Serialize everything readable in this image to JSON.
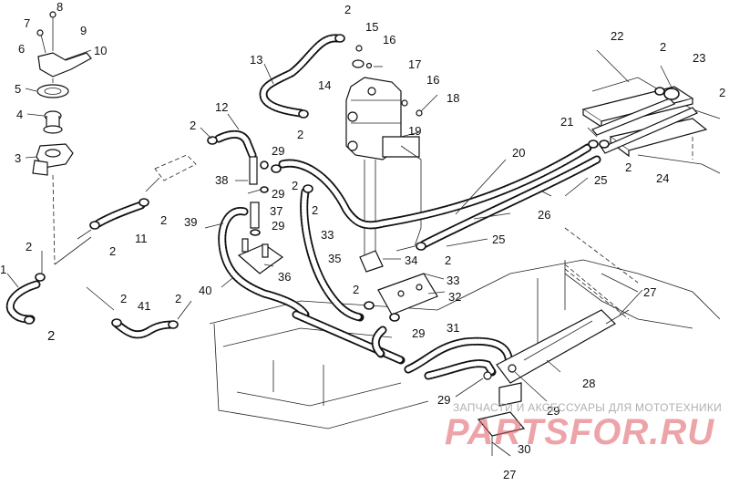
{
  "callouts": [
    {
      "id": "c-7",
      "text": "7"
    },
    {
      "id": "c-8",
      "text": "8"
    },
    {
      "id": "c-9",
      "text": "9"
    },
    {
      "id": "c-6",
      "text": "6"
    },
    {
      "id": "c-10",
      "text": "10"
    },
    {
      "id": "c-5",
      "text": "5"
    },
    {
      "id": "c-4",
      "text": "4"
    },
    {
      "id": "c-3",
      "text": "3"
    },
    {
      "id": "c-2a",
      "text": "2"
    },
    {
      "id": "c-1",
      "text": "1"
    },
    {
      "id": "c-2b",
      "text": "2"
    },
    {
      "id": "c-2c",
      "text": "2"
    },
    {
      "id": "c-15",
      "text": "15"
    },
    {
      "id": "c-16a",
      "text": "16"
    },
    {
      "id": "c-13",
      "text": "13"
    },
    {
      "id": "c-17",
      "text": "17"
    },
    {
      "id": "c-14",
      "text": "14"
    },
    {
      "id": "c-16b",
      "text": "16"
    },
    {
      "id": "c-18",
      "text": "18"
    },
    {
      "id": "c-2d",
      "text": "2"
    },
    {
      "id": "c-12",
      "text": "12"
    },
    {
      "id": "c-2e",
      "text": "2"
    },
    {
      "id": "c-19",
      "text": "19"
    },
    {
      "id": "c-29a",
      "text": "29"
    },
    {
      "id": "c-38",
      "text": "38"
    },
    {
      "id": "c-2f",
      "text": "2"
    },
    {
      "id": "c-29b",
      "text": "29"
    },
    {
      "id": "c-2g",
      "text": "2"
    },
    {
      "id": "c-37",
      "text": "37"
    },
    {
      "id": "c-39",
      "text": "39"
    },
    {
      "id": "c-29c",
      "text": "29"
    },
    {
      "id": "c-2h",
      "text": "2"
    },
    {
      "id": "c-11",
      "text": "11"
    },
    {
      "id": "c-2i",
      "text": "2"
    },
    {
      "id": "c-33a",
      "text": "33"
    },
    {
      "id": "c-35",
      "text": "35"
    },
    {
      "id": "c-40",
      "text": "40"
    },
    {
      "id": "c-36",
      "text": "36"
    },
    {
      "id": "c-34",
      "text": "34"
    },
    {
      "id": "c-2j",
      "text": "2"
    },
    {
      "id": "c-33b",
      "text": "33"
    },
    {
      "id": "c-32",
      "text": "32"
    },
    {
      "id": "c-2k",
      "text": "2"
    },
    {
      "id": "c-41",
      "text": "41"
    },
    {
      "id": "c-2l",
      "text": "2"
    },
    {
      "id": "c-2m",
      "text": "2"
    },
    {
      "id": "c-29d",
      "text": "29"
    },
    {
      "id": "c-31",
      "text": "31"
    },
    {
      "id": "c-22",
      "text": "22"
    },
    {
      "id": "c-2n",
      "text": "2"
    },
    {
      "id": "c-23",
      "text": "23"
    },
    {
      "id": "c-2o",
      "text": "2"
    },
    {
      "id": "c-21",
      "text": "21"
    },
    {
      "id": "c-2p",
      "text": "2"
    },
    {
      "id": "c-20",
      "text": "20"
    },
    {
      "id": "c-24",
      "text": "24"
    },
    {
      "id": "c-25a",
      "text": "25"
    },
    {
      "id": "c-26",
      "text": "26"
    },
    {
      "id": "c-25b",
      "text": "25"
    },
    {
      "id": "c-27a",
      "text": "27"
    },
    {
      "id": "c-28",
      "text": "28"
    },
    {
      "id": "c-29e",
      "text": "29"
    },
    {
      "id": "c-29f",
      "text": "29"
    },
    {
      "id": "c-30",
      "text": "30"
    },
    {
      "id": "c-27b",
      "text": "27"
    }
  ],
  "watermark": {
    "caption": "ЗАПЧАСТИ И АКСЕССУАРЫ ДЛЯ МОТОТЕХНИКИ",
    "logo": "PARTSFOR.RU"
  }
}
